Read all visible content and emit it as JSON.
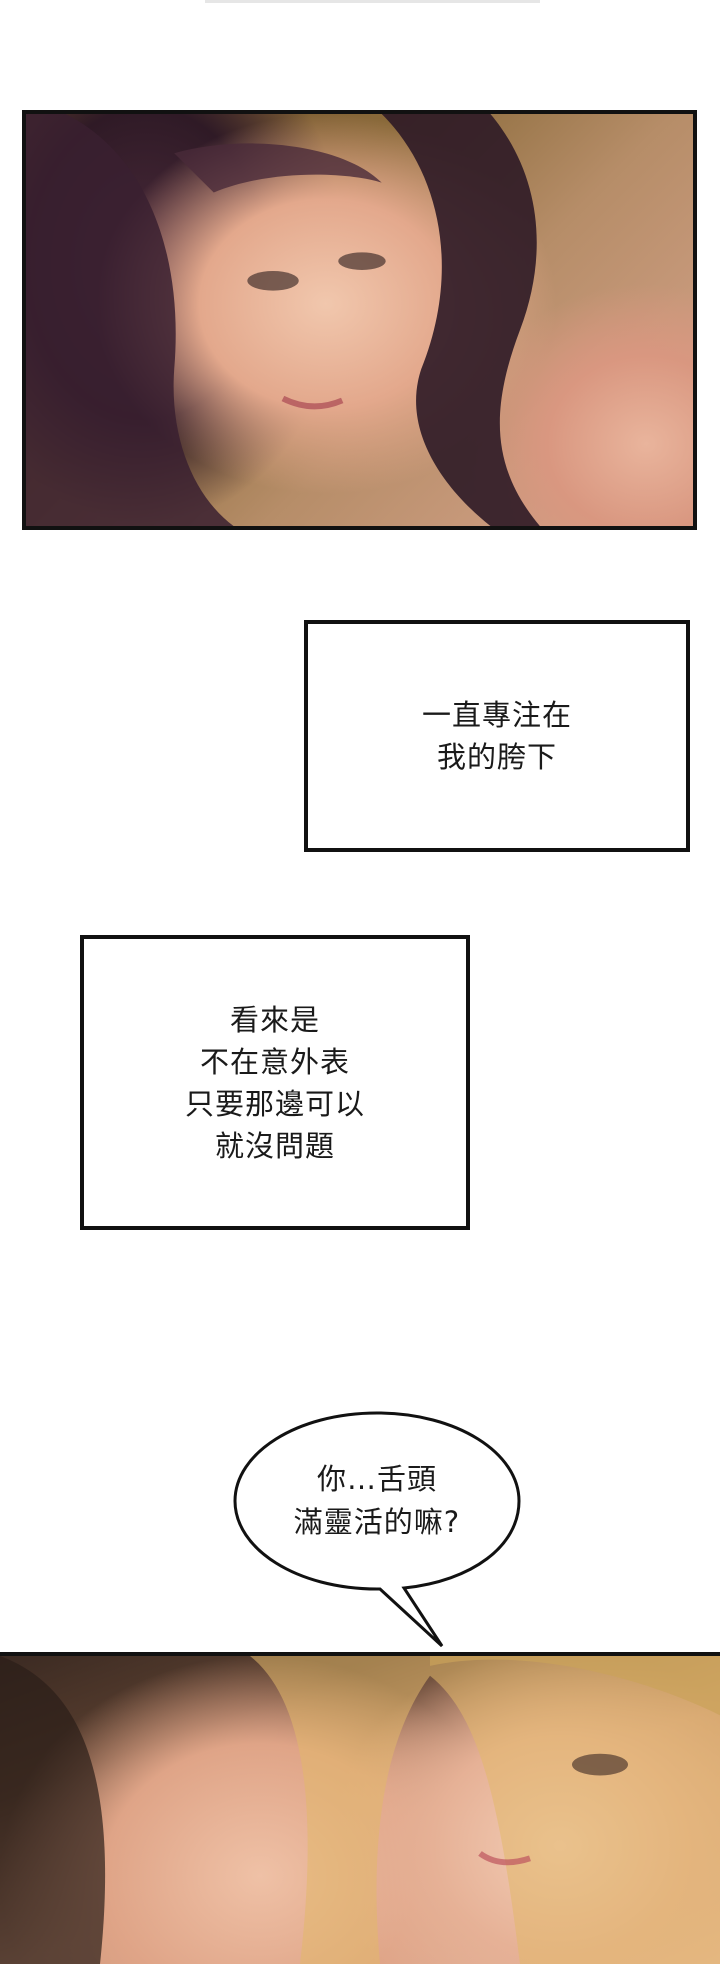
{
  "captions": [
    {
      "lines": [
        "一直專注在",
        "我的胯下"
      ]
    },
    {
      "lines": [
        "看來是",
        "不在意外表",
        "只要那邊可以",
        "就沒問題"
      ]
    }
  ],
  "speech_bubble": {
    "lines": [
      "你…舌頭",
      "滿靈活的嘛?"
    ]
  },
  "colors": {
    "border": "#111111",
    "text": "#1a1a1a",
    "background": "#ffffff"
  }
}
